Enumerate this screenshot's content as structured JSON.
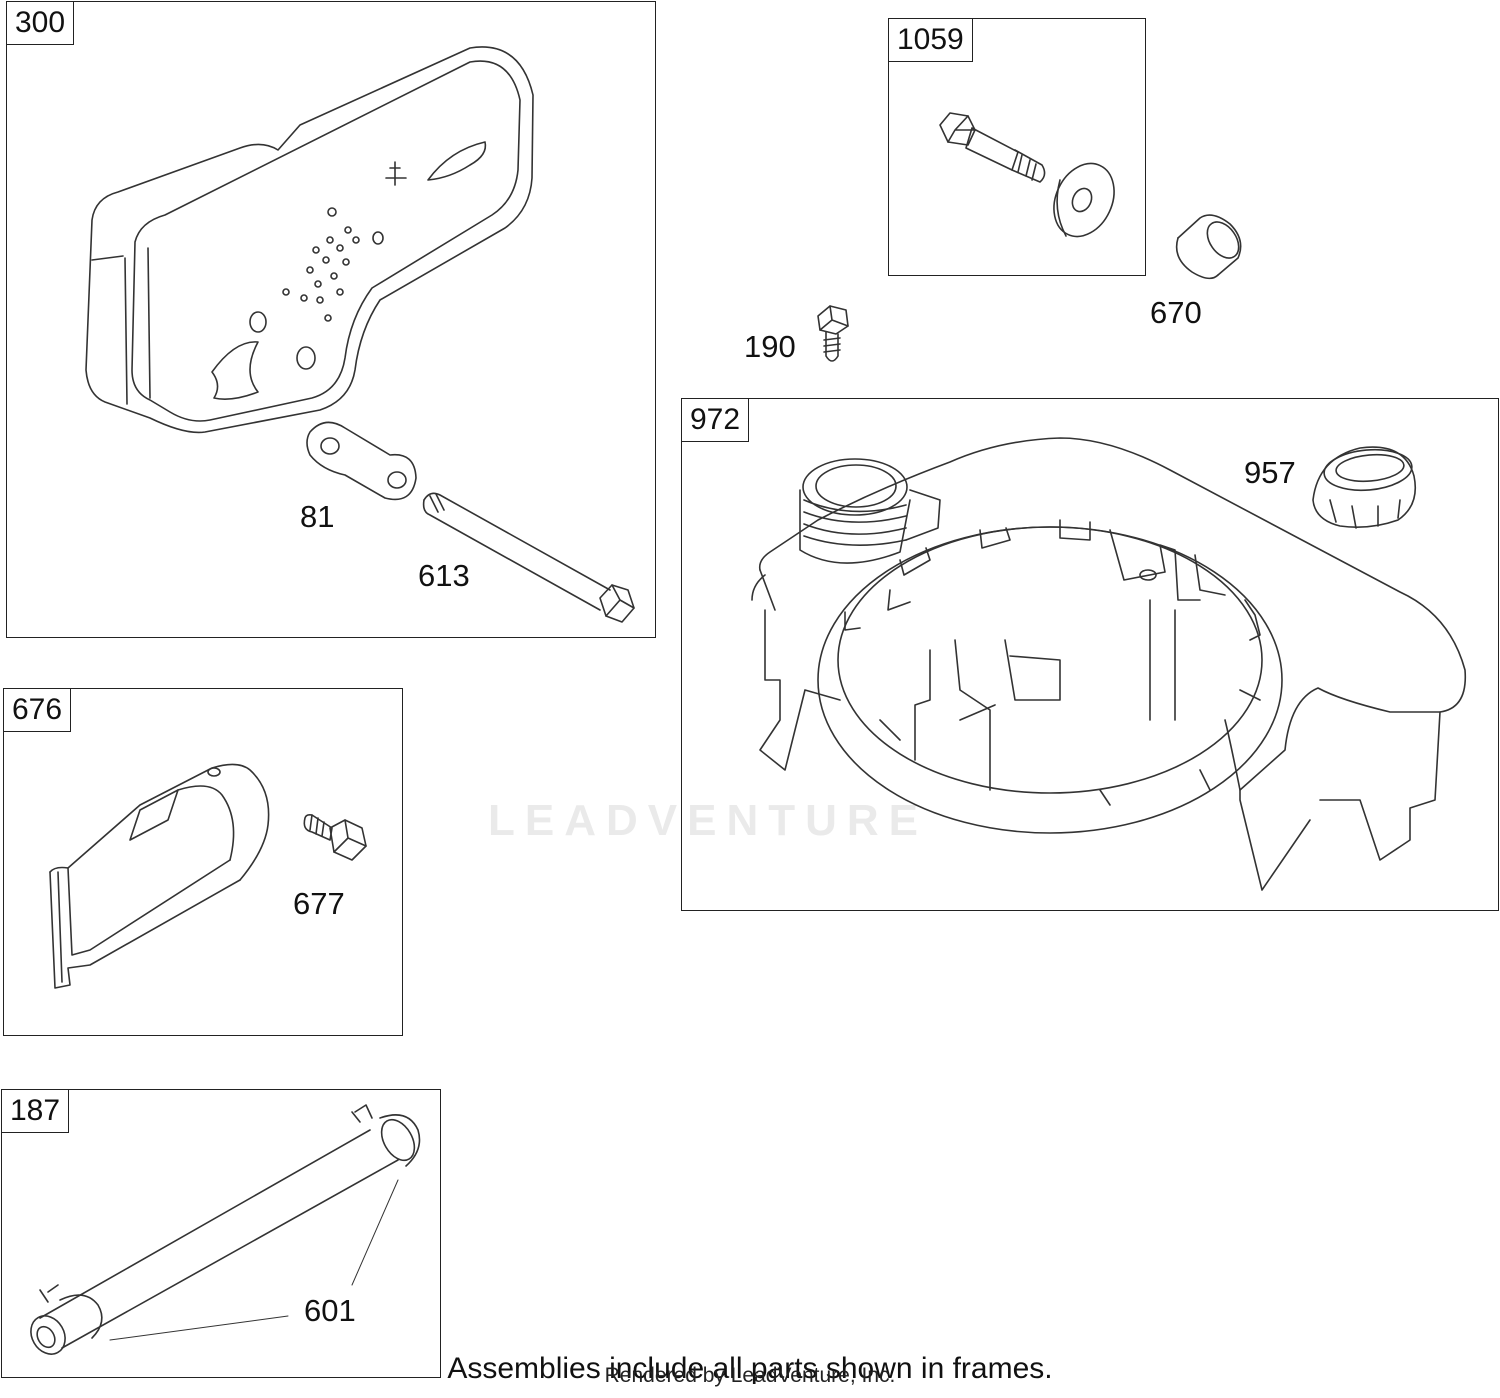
{
  "frames": [
    {
      "id": "muffler-assembly",
      "label": "300"
    },
    {
      "id": "bolt-kit",
      "label": "1059"
    },
    {
      "id": "fuel-tank-assembly",
      "label": "972"
    },
    {
      "id": "muffler-guard-kit",
      "label": "676"
    },
    {
      "id": "fuel-line-assembly",
      "label": "187"
    }
  ],
  "callouts": {
    "gasket": "81",
    "stud": "613",
    "screw_190": "190",
    "spacer": "670",
    "fuel_cap": "957",
    "screw_677": "677",
    "clamp": "601"
  },
  "watermark": "LEADVENTURE",
  "footer": {
    "note": "Assemblies include all parts shown in frames.",
    "credit": "Rendered by LeadVenture, Inc."
  }
}
